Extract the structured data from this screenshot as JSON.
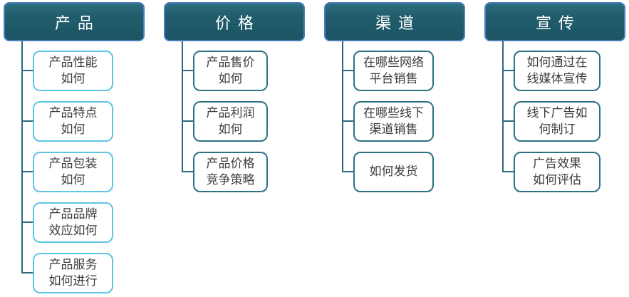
{
  "colors": {
    "background": "#ffffff",
    "header_fill": "#215d6c",
    "header_border": "#4a7fbc",
    "header_text": "#ffffff",
    "child_border": "#2b7284",
    "child_border_light": "#5fc3e3",
    "connector": "#2b6a7c",
    "text": "#3c3c3c"
  },
  "diagram": {
    "columns": [
      {
        "title": "产品",
        "children": [
          {
            "label": "产品性能\n如何"
          },
          {
            "label": "产品特点\n如何"
          },
          {
            "label": "产品包装\n如何"
          },
          {
            "label": "产品品牌\n效应如何"
          },
          {
            "label": "产品服务\n如何进行"
          }
        ]
      },
      {
        "title": "价格",
        "children": [
          {
            "label": "产品售价\n如何"
          },
          {
            "label": "产品利润\n如何"
          },
          {
            "label": "产品价格\n竞争策略"
          }
        ]
      },
      {
        "title": "渠道",
        "children": [
          {
            "label": "在哪些网络\n平台销售"
          },
          {
            "label": "在哪些线下\n渠道销售"
          },
          {
            "label": "如何发货"
          }
        ]
      },
      {
        "title": "宣传",
        "children": [
          {
            "label": "如何通过在\n线媒体宣传"
          },
          {
            "label": "线下广告如\n何制订"
          },
          {
            "label": "广告效果\n如何评估"
          }
        ]
      }
    ]
  }
}
